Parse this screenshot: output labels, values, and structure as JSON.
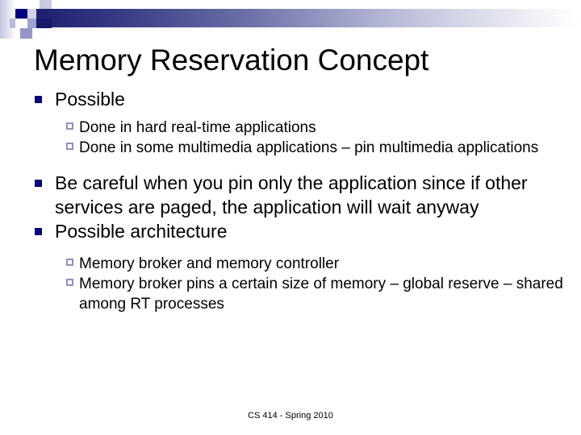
{
  "slide": {
    "title": "Memory Reservation Concept",
    "footer": "CS 414 - Spring 2010",
    "colors": {
      "bullet_level1": "#000080",
      "bullet_level2_outline": "#8e91bb",
      "bar_start": "#1d2070",
      "bar_end": "#ffffff",
      "text": "#000000"
    },
    "content": [
      {
        "level": 1,
        "text": "Possible",
        "children": [
          {
            "level": 2,
            "text": "Done in hard real-time applications"
          },
          {
            "level": 2,
            "text": "Done in some multimedia applications – pin multimedia  applications"
          }
        ]
      },
      {
        "level": 1,
        "text": "Be careful when you pin only the application since if other services are paged, the application will wait anyway",
        "children": []
      },
      {
        "level": 1,
        "text": "Possible architecture",
        "children": [
          {
            "level": 2,
            "text": "Memory broker and memory controller"
          },
          {
            "level": 2,
            "text": "Memory broker pins a certain size of memory – global reserve – shared among RT processes"
          }
        ]
      }
    ]
  }
}
